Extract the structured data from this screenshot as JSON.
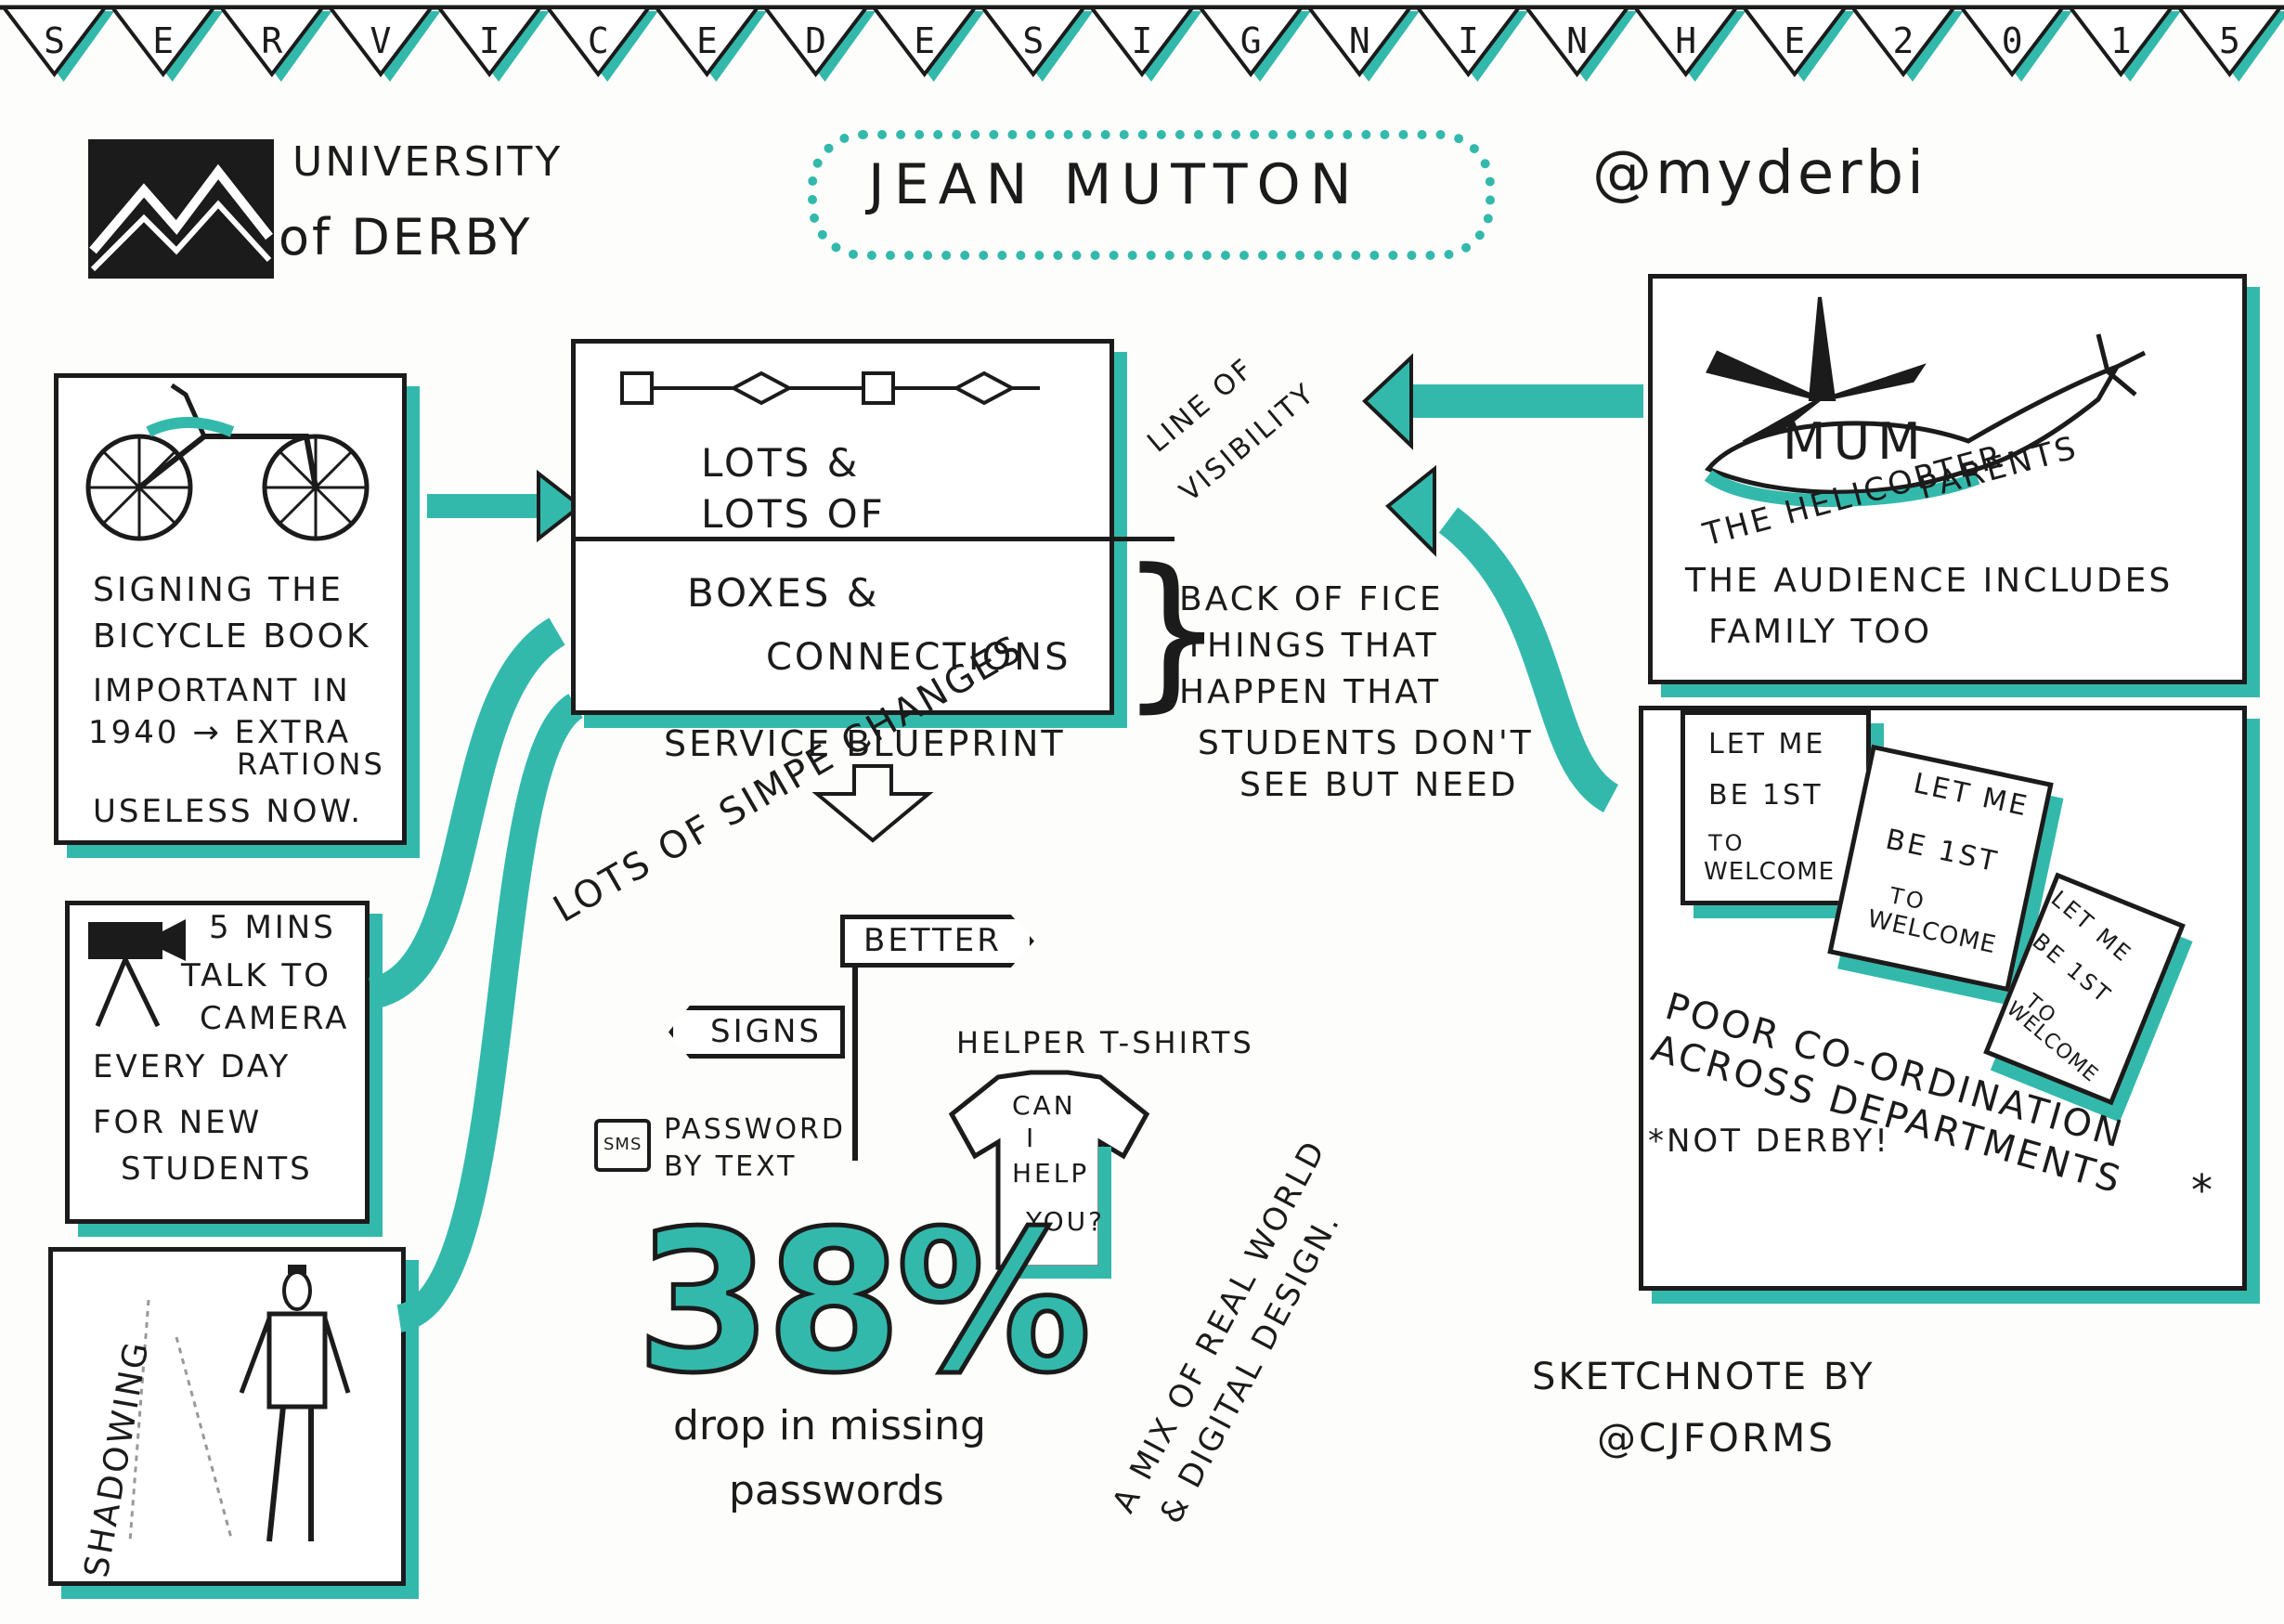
{
  "bunting": [
    "S",
    "E",
    "R",
    "V",
    "I",
    "C",
    "E",
    "D",
    "E",
    "S",
    "I",
    "G",
    "N",
    "I",
    "N",
    "H",
    "E",
    "2",
    "0",
    "1",
    "5"
  ],
  "header": {
    "university_line1": "UNIVERSITY",
    "university_line2": "of DERBY",
    "speaker": "JEAN MUTTON",
    "handle": "@myderbi"
  },
  "bicycle_box": {
    "line1": "SIGNING THE",
    "line2": "BICYCLE BOOK",
    "line3": "IMPORTANT IN",
    "line4": "1940 → EXTRA",
    "line5": "RATIONS",
    "line6": "USELESS NOW."
  },
  "camera_box": {
    "line1": "5 MINS",
    "line2": "TALK TO",
    "line3": "CAMERA",
    "line4": "EVERY DAY",
    "line5": "FOR NEW",
    "line6": "STUDENTS"
  },
  "shadowing_box": {
    "label": "SHADOWING"
  },
  "blueprint": {
    "top_line1": "LOTS &",
    "top_line2": "LOTS OF",
    "bottom_line1": "BOXES &",
    "bottom_line2": "CONNECTIONS",
    "caption": "SERVICE BLUEPRINT",
    "visibility_line1": "LINE OF",
    "visibility_line2": "VISIBILITY",
    "back_office_1": "BACK OF FICE",
    "back_office_2": "THINGS THAT",
    "back_office_3": "HAPPEN THAT",
    "back_office_4": "STUDENTS DON'T",
    "back_office_5": "SEE BUT NEED"
  },
  "changes": {
    "title": "LOTS OF SIMPE CHANGES",
    "sign_better": "BETTER",
    "sign_signs": "SIGNS",
    "sms": "SMS",
    "password_line1": "PASSWORD",
    "password_line2": "BY TEXT",
    "helper": "HELPER T-SHIRTS",
    "tshirt_line1": "CAN",
    "tshirt_line2": "I",
    "tshirt_line3": "HELP",
    "tshirt_line4": "YOU?",
    "stat": "38%",
    "stat_caption1": "drop in missing",
    "stat_caption2": "passwords",
    "mix_line1": "A MIX OF REAL WORLD",
    "mix_line2": "& DIGITAL DESIGN."
  },
  "helicopter_box": {
    "mum": "MUM",
    "label1": "THE HELICOPTER",
    "label2": "PARENTS",
    "audience1": "THE AUDIENCE INCLUDES",
    "audience2": "FAMILY TOO"
  },
  "welcome_box": {
    "card1": [
      "LET ME",
      "BE 1ST",
      "TO",
      "WELCOME"
    ],
    "card2": [
      "LET ME",
      "BE 1ST",
      "TO",
      "WELCOME"
    ],
    "card3": [
      "LET ME",
      "BE 1ST",
      "TO",
      "WELCOME"
    ],
    "poor1": "POOR CO-ORDINATION",
    "poor2": "ACROSS DEPARTMENTS",
    "not_derby": "*NOT DERBY!",
    "star": "*"
  },
  "credit": {
    "line1": "SKETCHNOTE BY",
    "line2": "@CJFORMS"
  },
  "colors": {
    "ink": "#1b1b1b",
    "accent": "#33b9ac",
    "paper": "#fdfdfb"
  }
}
